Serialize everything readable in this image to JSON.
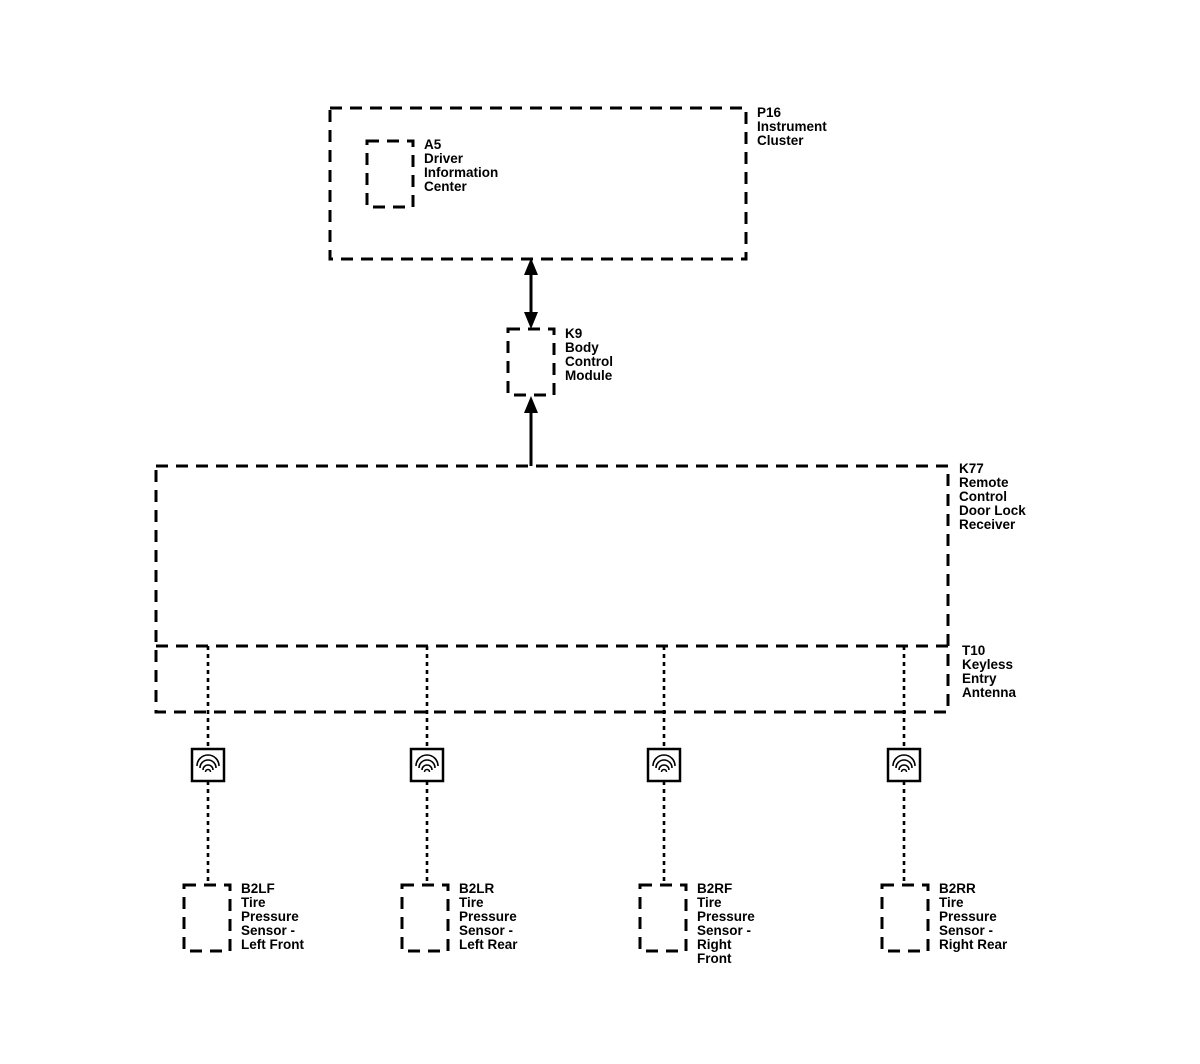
{
  "components": {
    "p16": {
      "lines": [
        "P16",
        "Instrument",
        "Cluster"
      ]
    },
    "a5": {
      "lines": [
        "A5",
        "Driver",
        "Information",
        "Center"
      ]
    },
    "k9": {
      "lines": [
        "K9",
        "Body",
        "Control",
        "Module"
      ]
    },
    "k77": {
      "lines": [
        "K77",
        "Remote",
        "Control",
        "Door Lock",
        "Receiver"
      ]
    },
    "t10": {
      "lines": [
        "T10",
        "Keyless",
        "Entry",
        "Antenna"
      ]
    },
    "b2lf": {
      "lines": [
        "B2LF",
        "Tire",
        "Pressure",
        "Sensor -",
        "Left Front"
      ]
    },
    "b2lr": {
      "lines": [
        "B2LR",
        "Tire",
        "Pressure",
        "Sensor -",
        "Left Rear"
      ]
    },
    "b2rf": {
      "lines": [
        "B2RF",
        "Tire",
        "Pressure",
        "Sensor -",
        "Right",
        "Front"
      ]
    },
    "b2rr": {
      "lines": [
        "B2RR",
        "Tire",
        "Pressure",
        "Sensor -",
        "Right Rear"
      ]
    }
  },
  "connections": [
    {
      "from": "p16",
      "to": "k9",
      "type": "serial-data",
      "direction": "bidirectional"
    },
    {
      "from": "k77",
      "to": "k9",
      "type": "serial-data",
      "direction": "to-k9"
    },
    {
      "from": "t10",
      "to": "b2lf",
      "type": "rf-signal"
    },
    {
      "from": "t10",
      "to": "b2lr",
      "type": "rf-signal"
    },
    {
      "from": "t10",
      "to": "b2rf",
      "type": "rf-signal"
    },
    {
      "from": "t10",
      "to": "b2rr",
      "type": "rf-signal"
    }
  ],
  "icons": {
    "rf_symbol": "radio-wave-icon"
  }
}
